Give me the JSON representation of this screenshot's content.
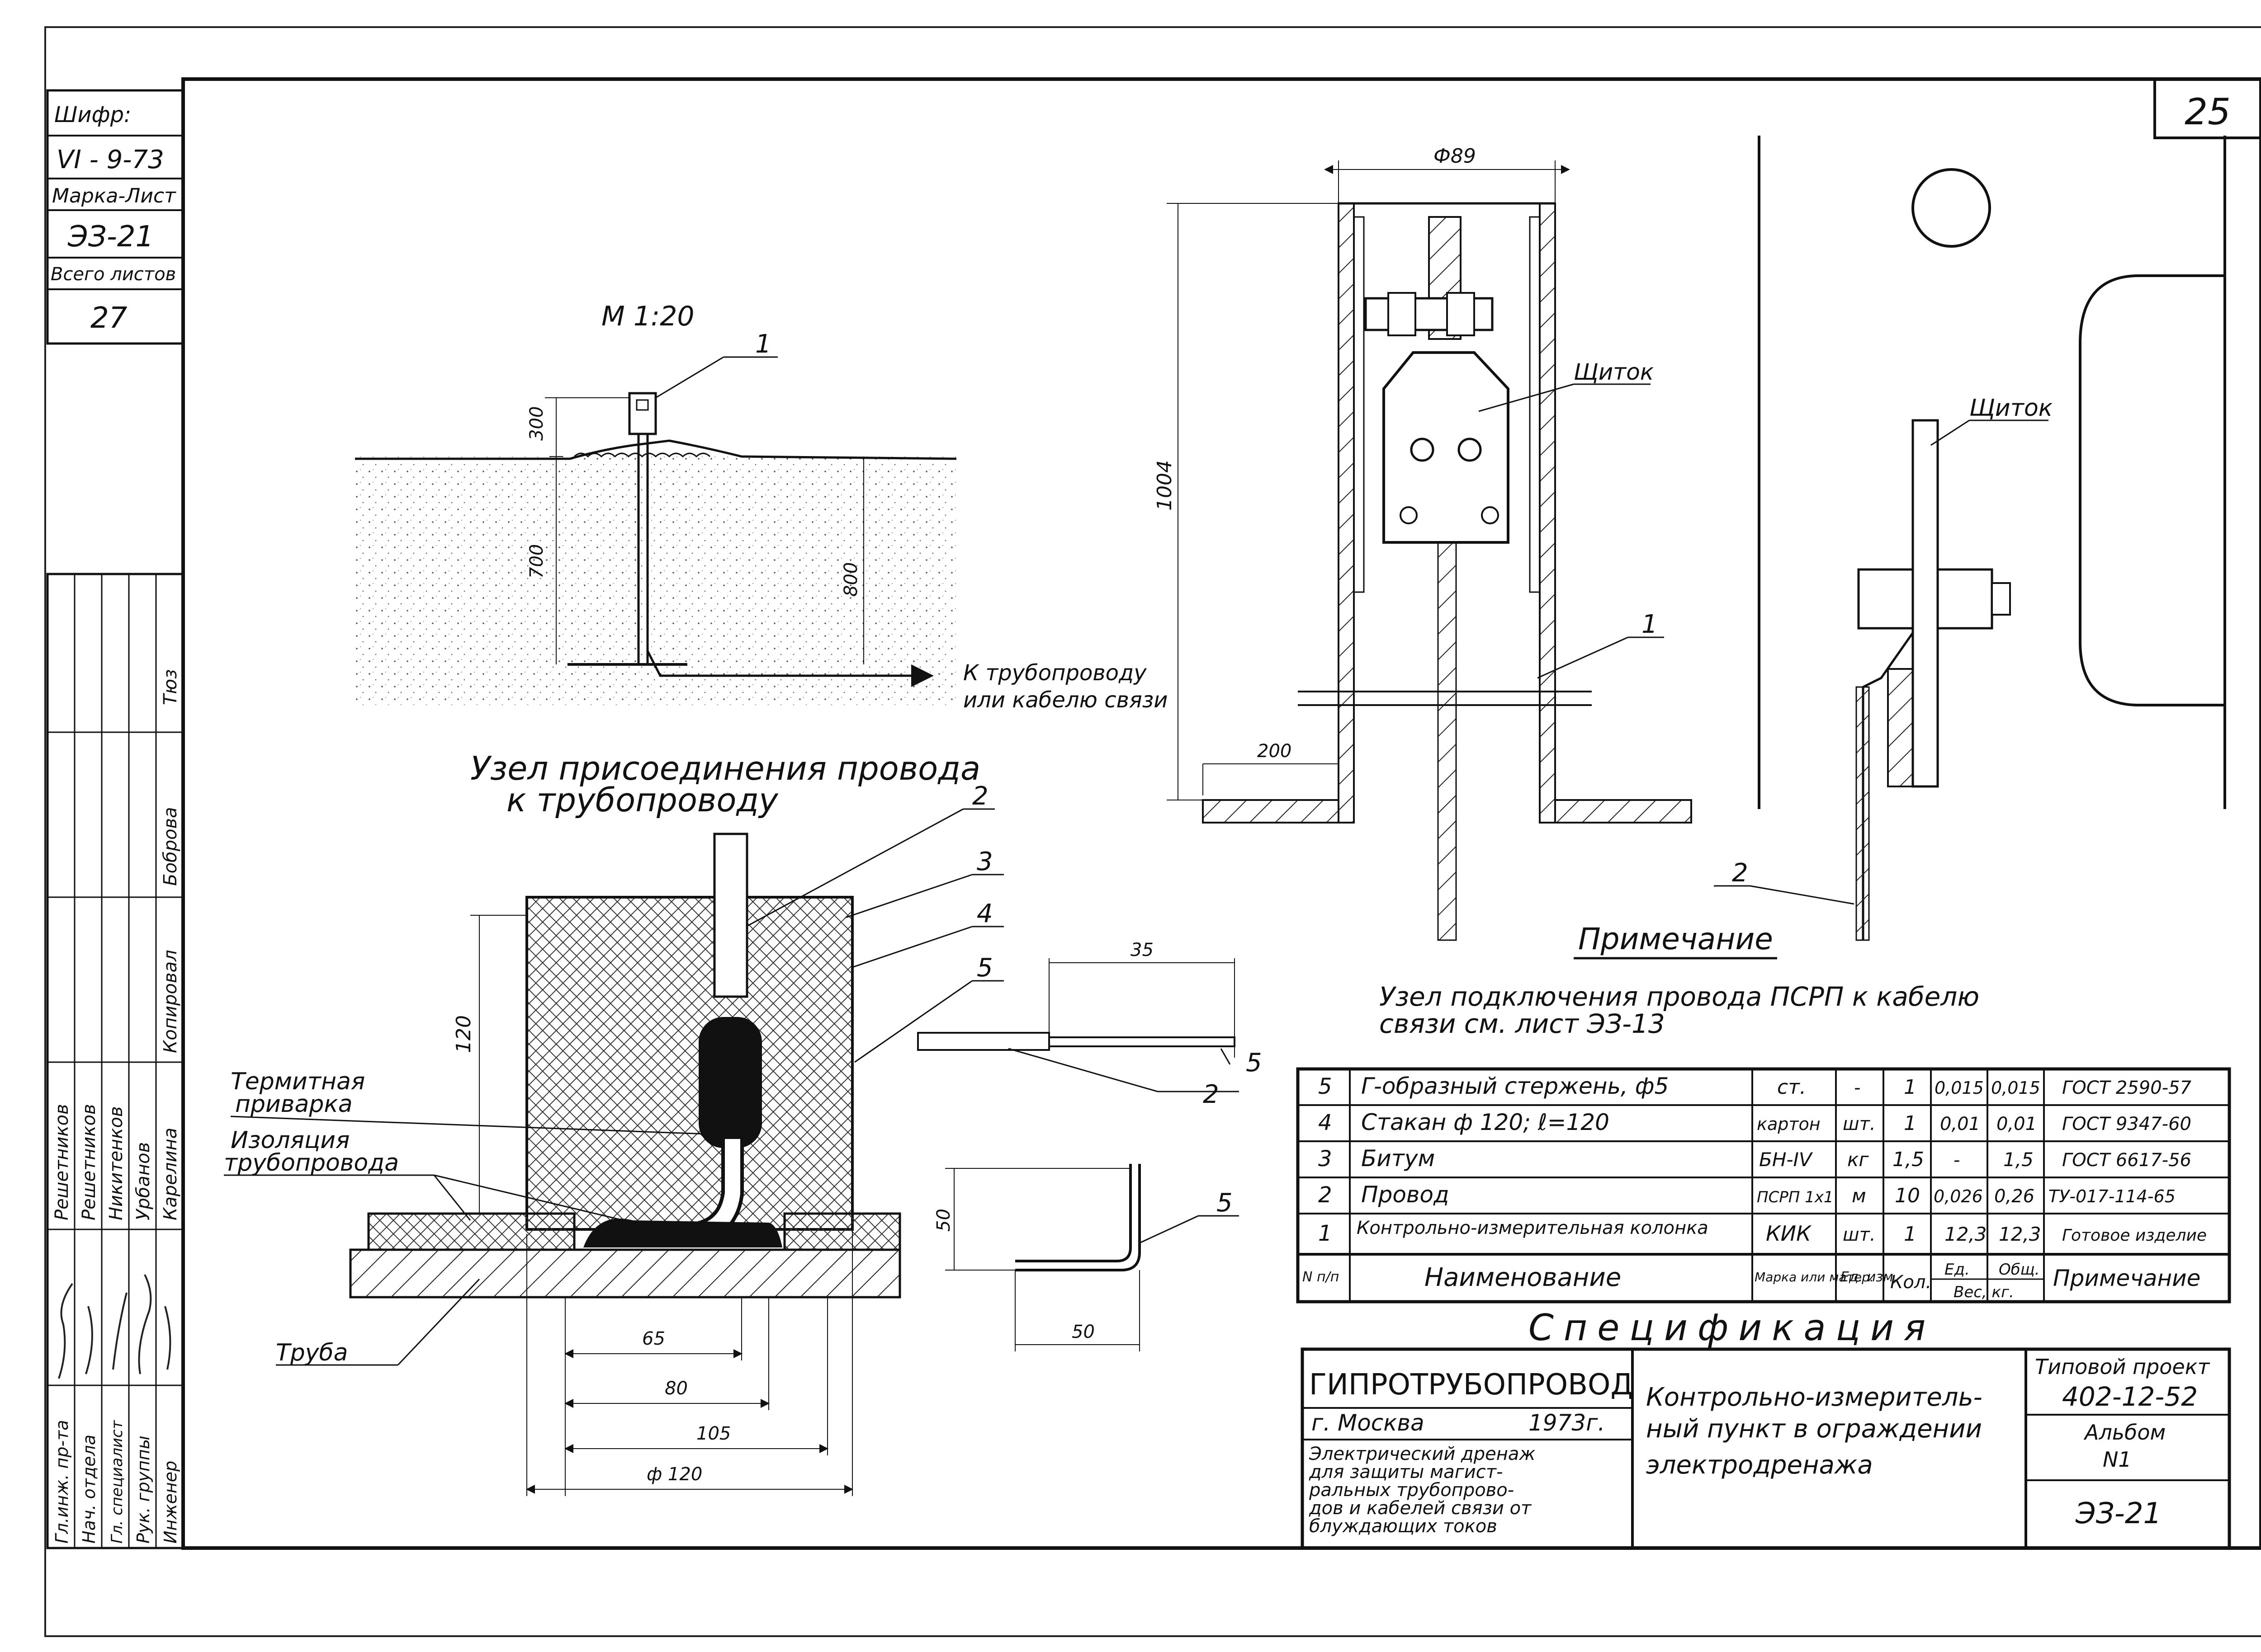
{
  "sheet": {
    "sheet_number": "25",
    "cipher_label": "Шифр:",
    "cipher_value": "VI - 9-73",
    "mark_label": "Марка-Лист",
    "mark_value": "ЭЗ-21",
    "total_label": "Всего листов",
    "total_value": "27"
  },
  "side_stamp": {
    "roles": [
      "Гл.инж. пр-та",
      "Нач. отдела",
      "Гл. специалист",
      "Рук. группы",
      "Инженер"
    ],
    "names": [
      "Решетников",
      "Решетников",
      "Никитенков",
      "Урбанов",
      "Карелина"
    ],
    "other_labels": [
      "Копировал",
      "Боброва",
      "Тюз"
    ]
  },
  "scale_view": {
    "title": "М 1:20",
    "dim_300": "300",
    "dim_700": "700",
    "dim_800": "800",
    "callout_1": "1",
    "pipe_label_line1": "К трубопроводу",
    "pipe_label_line2": "или кабелю связи"
  },
  "node_view": {
    "title_line1": "Узел присоединения провода",
    "title_line2": "к трубопроводу",
    "callouts": [
      "2",
      "3",
      "4",
      "5"
    ],
    "dim_120_height": "120",
    "label_thermite_line1": "Термитная",
    "label_thermite_line2": "приварка",
    "label_insulation_line1": "Изоляция",
    "label_insulation_line2": "трубопровода",
    "label_pipe": "Труба",
    "dim_65": "65",
    "dim_80": "80",
    "dim_105": "105",
    "dim_120": "ф 120"
  },
  "rod_view": {
    "dim_35": "35",
    "callout_5a": "5",
    "callout_2": "2",
    "dim_50_h": "50",
    "dim_50_w": "50",
    "callout_5b": "5"
  },
  "column_view": {
    "dim_89": "Ф89",
    "dim_1004": "1004",
    "dim_200": "200",
    "label_panel": "Щиток",
    "callout_1": "1"
  },
  "side_view": {
    "label_panel": "Щиток",
    "callout_2": "2"
  },
  "note": {
    "title": "Примечание",
    "line1": "Узел подключения провода ПСРП к кабелю",
    "line2": "связи   см. лист ЭЗ-13"
  },
  "spec_table": {
    "rows": [
      {
        "n": "5",
        "name": "Г-образный стержень, ф5",
        "mark": "ст.",
        "unit": "-",
        "qty": "1",
        "w1": "0,015",
        "w2": "0,015",
        "note": "ГОСТ 2590-57"
      },
      {
        "n": "4",
        "name": "Стакан  ф 120;  ℓ=120",
        "mark": "картон",
        "unit": "шт.",
        "qty": "1",
        "w1": "0,01",
        "w2": "0,01",
        "note": "ГОСТ 9347-60"
      },
      {
        "n": "3",
        "name": "Битум",
        "mark": "БН-IV",
        "unit": "кг",
        "qty": "1,5",
        "w1": "-",
        "w2": "1,5",
        "note": "ГОСТ 6617-56"
      },
      {
        "n": "2",
        "name": "Провод",
        "mark": "ПСРП 1х1",
        "unit": "м",
        "qty": "10",
        "w1": "0,026",
        "w2": "0,26",
        "note": "ТУ-017-114-65"
      },
      {
        "n": "1",
        "name": "Контрольно-измерительная колонка",
        "mark": "КИК",
        "unit": "шт.",
        "qty": "1",
        "w1": "12,3",
        "w2": "12,3",
        "note": "Готовое изделие"
      }
    ],
    "header": {
      "n": "N п/п",
      "name": "Наименование",
      "mark": "Марка или матер.",
      "unit": "Ед. изм.",
      "qty": "Кол.",
      "w1": "Ед.",
      "w2": "Общ.",
      "weight": "Вес, кг.",
      "note": "Примечание"
    },
    "title": "Спецификация"
  },
  "title_block": {
    "org": "ГИПРОТРУБОПРОВОД",
    "city": "г. Москва",
    "year": "1973г.",
    "subject_line1": "Электрический дренаж",
    "subject_line2": "для защиты магист-",
    "subject_line3": "ральных трубопрово-",
    "subject_line4": "дов и кабелей связи от",
    "subject_line5": "блуждающих токов",
    "drawing_line1": "Контрольно-измеритель-",
    "drawing_line2": "ный пункт в ограждении",
    "drawing_line3": "электродренажа",
    "project_label": "Типовой проект",
    "project_value": "402-12-52",
    "album_label": "Альбом",
    "album_value": "N1",
    "sheet_code": "ЭЗ-21"
  }
}
